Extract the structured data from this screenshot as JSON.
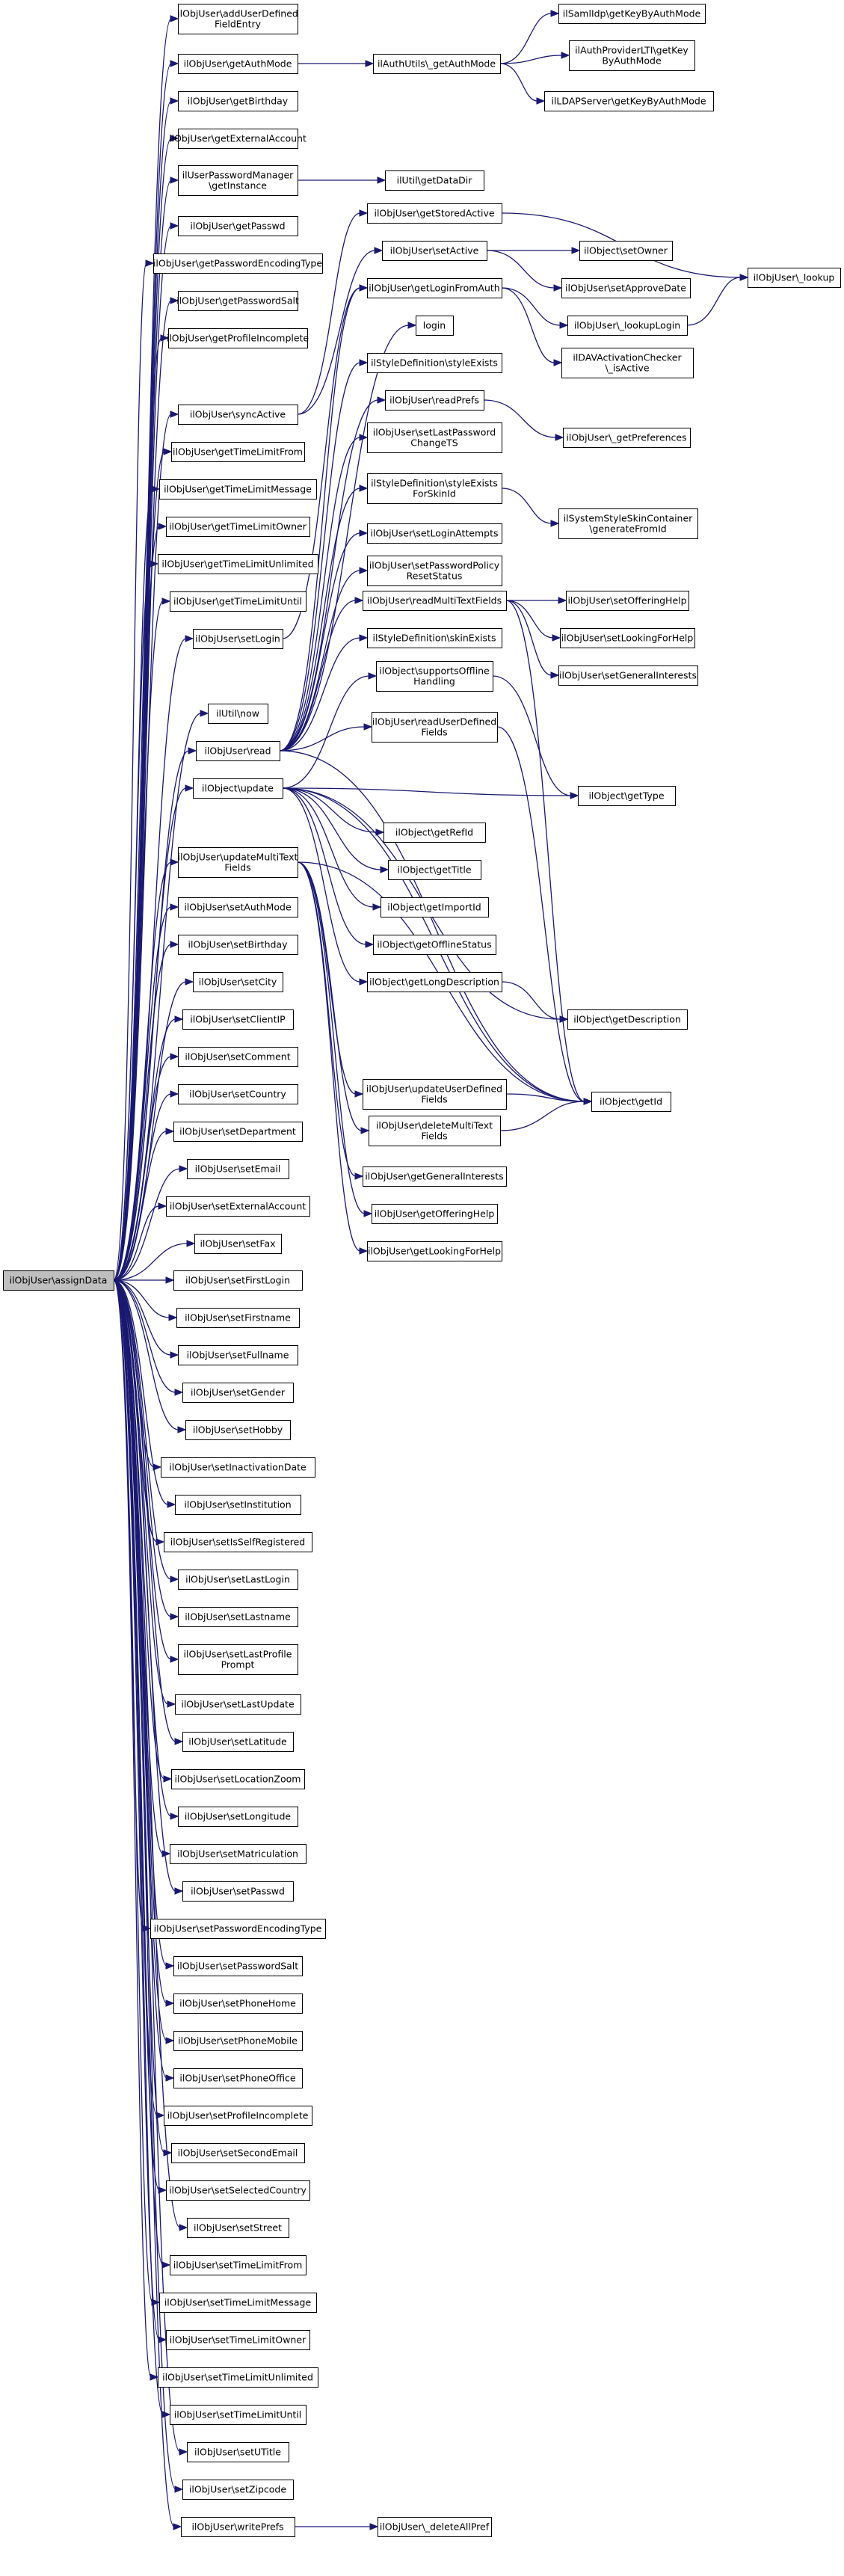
{
  "colors": {
    "edge": "#191970",
    "root_fill": "#bfbfbf",
    "node_fill": "#ffffff",
    "node_border": "#000000"
  },
  "root": {
    "id": "assignData",
    "label": "ilObjUser\\assignData"
  },
  "nodes": [
    {
      "id": "addUserDefinedFieldEntry",
      "label": "ilObjUser\\addUserDefined\nFieldEntry"
    },
    {
      "id": "getAuthMode",
      "label": "ilObjUser\\getAuthMode"
    },
    {
      "id": "getBirthday",
      "label": "ilObjUser\\getBirthday"
    },
    {
      "id": "getExternalAccount",
      "label": "ilObjUser\\getExternalAccount"
    },
    {
      "id": "pwmgrGetInstance",
      "label": "ilUserPasswordManager\n\\getInstance"
    },
    {
      "id": "getPasswd",
      "label": "ilObjUser\\getPasswd"
    },
    {
      "id": "getPasswordEncodingType",
      "label": "ilObjUser\\getPasswordEncodingType"
    },
    {
      "id": "getPasswordSalt",
      "label": "ilObjUser\\getPasswordSalt"
    },
    {
      "id": "getProfileIncomplete",
      "label": "ilObjUser\\getProfileIncomplete"
    },
    {
      "id": "syncActive",
      "label": "ilObjUser\\syncActive"
    },
    {
      "id": "getTimeLimitFrom",
      "label": "ilObjUser\\getTimeLimitFrom"
    },
    {
      "id": "getTimeLimitMessage",
      "label": "ilObjUser\\getTimeLimitMessage"
    },
    {
      "id": "getTimeLimitOwner",
      "label": "ilObjUser\\getTimeLimitOwner"
    },
    {
      "id": "getTimeLimitUnlimited",
      "label": "ilObjUser\\getTimeLimitUnlimited"
    },
    {
      "id": "getTimeLimitUntil",
      "label": "ilObjUser\\getTimeLimitUntil"
    },
    {
      "id": "setLogin",
      "label": "ilObjUser\\setLogin"
    },
    {
      "id": "utilNow",
      "label": "ilUtil\\now"
    },
    {
      "id": "read",
      "label": "ilObjUser\\read"
    },
    {
      "id": "objUpdate",
      "label": "ilObject\\update"
    },
    {
      "id": "updateMultiTextFields",
      "label": "ilObjUser\\updateMultiText\nFields"
    },
    {
      "id": "setAuthMode",
      "label": "ilObjUser\\setAuthMode"
    },
    {
      "id": "setBirthday",
      "label": "ilObjUser\\setBirthday"
    },
    {
      "id": "setCity",
      "label": "ilObjUser\\setCity"
    },
    {
      "id": "setClientIP",
      "label": "ilObjUser\\setClientIP"
    },
    {
      "id": "setComment",
      "label": "ilObjUser\\setComment"
    },
    {
      "id": "setCountry",
      "label": "ilObjUser\\setCountry"
    },
    {
      "id": "setDepartment",
      "label": "ilObjUser\\setDepartment"
    },
    {
      "id": "setEmail",
      "label": "ilObjUser\\setEmail"
    },
    {
      "id": "setExternalAccount",
      "label": "ilObjUser\\setExternalAccount"
    },
    {
      "id": "setFax",
      "label": "ilObjUser\\setFax"
    },
    {
      "id": "setFirstLogin",
      "label": "ilObjUser\\setFirstLogin"
    },
    {
      "id": "setFirstname",
      "label": "ilObjUser\\setFirstname"
    },
    {
      "id": "setFullname",
      "label": "ilObjUser\\setFullname"
    },
    {
      "id": "setGender",
      "label": "ilObjUser\\setGender"
    },
    {
      "id": "setHobby",
      "label": "ilObjUser\\setHobby"
    },
    {
      "id": "setInactivationDate",
      "label": "ilObjUser\\setInactivationDate"
    },
    {
      "id": "setInstitution",
      "label": "ilObjUser\\setInstitution"
    },
    {
      "id": "setIsSelfRegistered",
      "label": "ilObjUser\\setIsSelfRegistered"
    },
    {
      "id": "setLastLogin",
      "label": "ilObjUser\\setLastLogin"
    },
    {
      "id": "setLastname",
      "label": "ilObjUser\\setLastname"
    },
    {
      "id": "setLastProfilePrompt",
      "label": "ilObjUser\\setLastProfile\nPrompt"
    },
    {
      "id": "setLastUpdate",
      "label": "ilObjUser\\setLastUpdate"
    },
    {
      "id": "setLatitude",
      "label": "ilObjUser\\setLatitude"
    },
    {
      "id": "setLocationZoom",
      "label": "ilObjUser\\setLocationZoom"
    },
    {
      "id": "setLongitude",
      "label": "ilObjUser\\setLongitude"
    },
    {
      "id": "setMatriculation",
      "label": "ilObjUser\\setMatriculation"
    },
    {
      "id": "setPasswd",
      "label": "ilObjUser\\setPasswd"
    },
    {
      "id": "setPasswordEncodingType",
      "label": "ilObjUser\\setPasswordEncodingType"
    },
    {
      "id": "setPasswordSalt",
      "label": "ilObjUser\\setPasswordSalt"
    },
    {
      "id": "setPhoneHome",
      "label": "ilObjUser\\setPhoneHome"
    },
    {
      "id": "setPhoneMobile",
      "label": "ilObjUser\\setPhoneMobile"
    },
    {
      "id": "setPhoneOffice",
      "label": "ilObjUser\\setPhoneOffice"
    },
    {
      "id": "setProfileIncomplete",
      "label": "ilObjUser\\setProfileIncomplete"
    },
    {
      "id": "setSecondEmail",
      "label": "ilObjUser\\setSecondEmail"
    },
    {
      "id": "setSelectedCountry",
      "label": "ilObjUser\\setSelectedCountry"
    },
    {
      "id": "setStreet",
      "label": "ilObjUser\\setStreet"
    },
    {
      "id": "setTimeLimitFrom",
      "label": "ilObjUser\\setTimeLimitFrom"
    },
    {
      "id": "setTimeLimitMessage",
      "label": "ilObjUser\\setTimeLimitMessage"
    },
    {
      "id": "setTimeLimitOwner",
      "label": "ilObjUser\\setTimeLimitOwner"
    },
    {
      "id": "setTimeLimitUnlimited",
      "label": "ilObjUser\\setTimeLimitUnlimited"
    },
    {
      "id": "setTimeLimitUntil",
      "label": "ilObjUser\\setTimeLimitUntil"
    },
    {
      "id": "setUTitle",
      "label": "ilObjUser\\setUTitle"
    },
    {
      "id": "setZipcode",
      "label": "ilObjUser\\setZipcode"
    },
    {
      "id": "writePrefs",
      "label": "ilObjUser\\writePrefs"
    },
    {
      "id": "authGetAuthMode",
      "label": "ilAuthUtils\\_getAuthMode"
    },
    {
      "id": "utilGetDataDir",
      "label": "ilUtil\\getDataDir"
    },
    {
      "id": "getStoredActive",
      "label": "ilObjUser\\getStoredActive"
    },
    {
      "id": "setActive",
      "label": "ilObjUser\\setActive"
    },
    {
      "id": "getLoginFromAuth",
      "label": "ilObjUser\\getLoginFromAuth"
    },
    {
      "id": "login",
      "label": "login"
    },
    {
      "id": "styleExists",
      "label": "ilStyleDefinition\\styleExists"
    },
    {
      "id": "readPrefs",
      "label": "ilObjUser\\readPrefs"
    },
    {
      "id": "setLastPasswordChangeTS",
      "label": "ilObjUser\\setLastPassword\nChangeTS"
    },
    {
      "id": "styleExistsForSkinId",
      "label": "ilStyleDefinition\\styleExists\nForSkinId"
    },
    {
      "id": "setLoginAttempts",
      "label": "ilObjUser\\setLoginAttempts"
    },
    {
      "id": "setPasswordPolicyResetStatus",
      "label": "ilObjUser\\setPasswordPolicy\nResetStatus"
    },
    {
      "id": "readMultiTextFields",
      "label": "ilObjUser\\readMultiTextFields"
    },
    {
      "id": "skinExists",
      "label": "ilStyleDefinition\\skinExists"
    },
    {
      "id": "supportsOfflineHandling",
      "label": "ilObject\\supportsOffline\nHandling"
    },
    {
      "id": "readUserDefinedFields",
      "label": "ilObjUser\\readUserDefined\nFields"
    },
    {
      "id": "getRefId",
      "label": "ilObject\\getRefId"
    },
    {
      "id": "getTitle",
      "label": "ilObject\\getTitle"
    },
    {
      "id": "getImportId",
      "label": "ilObject\\getImportId"
    },
    {
      "id": "getOfflineStatus",
      "label": "ilObject\\getOfflineStatus"
    },
    {
      "id": "getLongDescription",
      "label": "ilObject\\getLongDescription"
    },
    {
      "id": "updateUserDefinedFields",
      "label": "ilObjUser\\updateUserDefined\nFields"
    },
    {
      "id": "deleteMultiTextFields",
      "label": "ilObjUser\\deleteMultiText\nFields"
    },
    {
      "id": "getGeneralInterests",
      "label": "ilObjUser\\getGeneralInterests"
    },
    {
      "id": "getOfferingHelp",
      "label": "ilObjUser\\getOfferingHelp"
    },
    {
      "id": "getLookingForHelp",
      "label": "ilObjUser\\getLookingForHelp"
    },
    {
      "id": "deleteAllPref",
      "label": "ilObjUser\\_deleteAllPref"
    },
    {
      "id": "samlGetKey",
      "label": "ilSamlIdp\\getKeyByAuthMode"
    },
    {
      "id": "ltiGetKey",
      "label": "ilAuthProviderLTI\\getKey\nByAuthMode"
    },
    {
      "id": "ldapGetKey",
      "label": "ilLDAPServer\\getKeyByAuthMode"
    },
    {
      "id": "objSetOwner",
      "label": "ilObject\\setOwner"
    },
    {
      "id": "setApproveDate",
      "label": "ilObjUser\\setApproveDate"
    },
    {
      "id": "lookupLogin",
      "label": "ilObjUser\\_lookupLogin"
    },
    {
      "id": "davIsActive",
      "label": "ilDAVActivationChecker\n\\_isActive"
    },
    {
      "id": "getPreferences",
      "label": "ilObjUser\\_getPreferences"
    },
    {
      "id": "generateFromId",
      "label": "ilSystemStyleSkinContainer\n\\generateFromId"
    },
    {
      "id": "setOfferingHelp",
      "label": "ilObjUser\\setOfferingHelp"
    },
    {
      "id": "setLookingForHelp",
      "label": "ilObjUser\\setLookingForHelp"
    },
    {
      "id": "setGeneralInterests",
      "label": "ilObjUser\\setGeneralInterests"
    },
    {
      "id": "objGetType",
      "label": "ilObject\\getType"
    },
    {
      "id": "objGetDescription",
      "label": "ilObject\\getDescription"
    },
    {
      "id": "objGetId",
      "label": "ilObject\\getId"
    },
    {
      "id": "lookup",
      "label": "ilObjUser\\_lookup"
    }
  ],
  "edges": [
    [
      "assignData",
      "addUserDefinedFieldEntry"
    ],
    [
      "assignData",
      "getAuthMode"
    ],
    [
      "assignData",
      "getBirthday"
    ],
    [
      "assignData",
      "getExternalAccount"
    ],
    [
      "assignData",
      "pwmgrGetInstance"
    ],
    [
      "assignData",
      "getPasswd"
    ],
    [
      "assignData",
      "getPasswordEncodingType"
    ],
    [
      "assignData",
      "getPasswordSalt"
    ],
    [
      "assignData",
      "getProfileIncomplete"
    ],
    [
      "assignData",
      "syncActive"
    ],
    [
      "assignData",
      "getTimeLimitFrom"
    ],
    [
      "assignData",
      "getTimeLimitMessage"
    ],
    [
      "assignData",
      "getTimeLimitOwner"
    ],
    [
      "assignData",
      "getTimeLimitUnlimited"
    ],
    [
      "assignData",
      "getTimeLimitUntil"
    ],
    [
      "assignData",
      "setLogin"
    ],
    [
      "assignData",
      "utilNow"
    ],
    [
      "assignData",
      "read"
    ],
    [
      "assignData",
      "objUpdate"
    ],
    [
      "assignData",
      "updateMultiTextFields"
    ],
    [
      "assignData",
      "setAuthMode"
    ],
    [
      "assignData",
      "setBirthday"
    ],
    [
      "assignData",
      "setCity"
    ],
    [
      "assignData",
      "setClientIP"
    ],
    [
      "assignData",
      "setComment"
    ],
    [
      "assignData",
      "setCountry"
    ],
    [
      "assignData",
      "setDepartment"
    ],
    [
      "assignData",
      "setEmail"
    ],
    [
      "assignData",
      "setExternalAccount"
    ],
    [
      "assignData",
      "setFax"
    ],
    [
      "assignData",
      "setFirstLogin"
    ],
    [
      "assignData",
      "setFirstname"
    ],
    [
      "assignData",
      "setFullname"
    ],
    [
      "assignData",
      "setGender"
    ],
    [
      "assignData",
      "setHobby"
    ],
    [
      "assignData",
      "setInactivationDate"
    ],
    [
      "assignData",
      "setInstitution"
    ],
    [
      "assignData",
      "setIsSelfRegistered"
    ],
    [
      "assignData",
      "setLastLogin"
    ],
    [
      "assignData",
      "setLastname"
    ],
    [
      "assignData",
      "setLastProfilePrompt"
    ],
    [
      "assignData",
      "setLastUpdate"
    ],
    [
      "assignData",
      "setLatitude"
    ],
    [
      "assignData",
      "setLocationZoom"
    ],
    [
      "assignData",
      "setLongitude"
    ],
    [
      "assignData",
      "setMatriculation"
    ],
    [
      "assignData",
      "setPasswd"
    ],
    [
      "assignData",
      "setPasswordEncodingType"
    ],
    [
      "assignData",
      "setPasswordSalt"
    ],
    [
      "assignData",
      "setPhoneHome"
    ],
    [
      "assignData",
      "setPhoneMobile"
    ],
    [
      "assignData",
      "setPhoneOffice"
    ],
    [
      "assignData",
      "setProfileIncomplete"
    ],
    [
      "assignData",
      "setSecondEmail"
    ],
    [
      "assignData",
      "setSelectedCountry"
    ],
    [
      "assignData",
      "setStreet"
    ],
    [
      "assignData",
      "setTimeLimitFrom"
    ],
    [
      "assignData",
      "setTimeLimitMessage"
    ],
    [
      "assignData",
      "setTimeLimitOwner"
    ],
    [
      "assignData",
      "setTimeLimitUnlimited"
    ],
    [
      "assignData",
      "setTimeLimitUntil"
    ],
    [
      "assignData",
      "setUTitle"
    ],
    [
      "assignData",
      "setZipcode"
    ],
    [
      "assignData",
      "writePrefs"
    ],
    [
      "getAuthMode",
      "authGetAuthMode"
    ],
    [
      "authGetAuthMode",
      "samlGetKey"
    ],
    [
      "authGetAuthMode",
      "ltiGetKey"
    ],
    [
      "authGetAuthMode",
      "ldapGetKey"
    ],
    [
      "pwmgrGetInstance",
      "utilGetDataDir"
    ],
    [
      "syncActive",
      "getStoredActive"
    ],
    [
      "syncActive",
      "setActive"
    ],
    [
      "getStoredActive",
      "lookup"
    ],
    [
      "setActive",
      "objSetOwner"
    ],
    [
      "setActive",
      "setApproveDate"
    ],
    [
      "setLogin",
      "getLoginFromAuth"
    ],
    [
      "getLoginFromAuth",
      "lookupLogin"
    ],
    [
      "getLoginFromAuth",
      "davIsActive"
    ],
    [
      "lookupLogin",
      "lookup"
    ],
    [
      "read",
      "login"
    ],
    [
      "read",
      "styleExists"
    ],
    [
      "read",
      "readPrefs"
    ],
    [
      "read",
      "setLastPasswordChangeTS"
    ],
    [
      "read",
      "styleExistsForSkinId"
    ],
    [
      "read",
      "setLoginAttempts"
    ],
    [
      "read",
      "setPasswordPolicyResetStatus"
    ],
    [
      "read",
      "readMultiTextFields"
    ],
    [
      "read",
      "skinExists"
    ],
    [
      "read",
      "readUserDefinedFields"
    ],
    [
      "read",
      "getLoginFromAuth"
    ],
    [
      "read",
      "objGetId"
    ],
    [
      "readPrefs",
      "getPreferences"
    ],
    [
      "styleExistsForSkinId",
      "generateFromId"
    ],
    [
      "readMultiTextFields",
      "setOfferingHelp"
    ],
    [
      "readMultiTextFields",
      "setLookingForHelp"
    ],
    [
      "readMultiTextFields",
      "setGeneralInterests"
    ],
    [
      "readMultiTextFields",
      "objGetId"
    ],
    [
      "readUserDefinedFields",
      "objGetId"
    ],
    [
      "supportsOfflineHandling",
      "objGetType"
    ],
    [
      "objUpdate",
      "supportsOfflineHandling"
    ],
    [
      "objUpdate",
      "objGetType"
    ],
    [
      "objUpdate",
      "getRefId"
    ],
    [
      "objUpdate",
      "getTitle"
    ],
    [
      "objUpdate",
      "getImportId"
    ],
    [
      "objUpdate",
      "getOfflineStatus"
    ],
    [
      "objUpdate",
      "getLongDescription"
    ],
    [
      "objUpdate",
      "objGetDescription"
    ],
    [
      "objUpdate",
      "objGetId"
    ],
    [
      "getLongDescription",
      "objGetDescription"
    ],
    [
      "updateMultiTextFields",
      "updateUserDefinedFields"
    ],
    [
      "updateMultiTextFields",
      "deleteMultiTextFields"
    ],
    [
      "updateMultiTextFields",
      "getGeneralInterests"
    ],
    [
      "updateMultiTextFields",
      "getOfferingHelp"
    ],
    [
      "updateMultiTextFields",
      "getLookingForHelp"
    ],
    [
      "updateMultiTextFields",
      "objGetId"
    ],
    [
      "updateUserDefinedFields",
      "objGetId"
    ],
    [
      "deleteMultiTextFields",
      "objGetId"
    ],
    [
      "writePrefs",
      "deleteAllPref"
    ]
  ]
}
